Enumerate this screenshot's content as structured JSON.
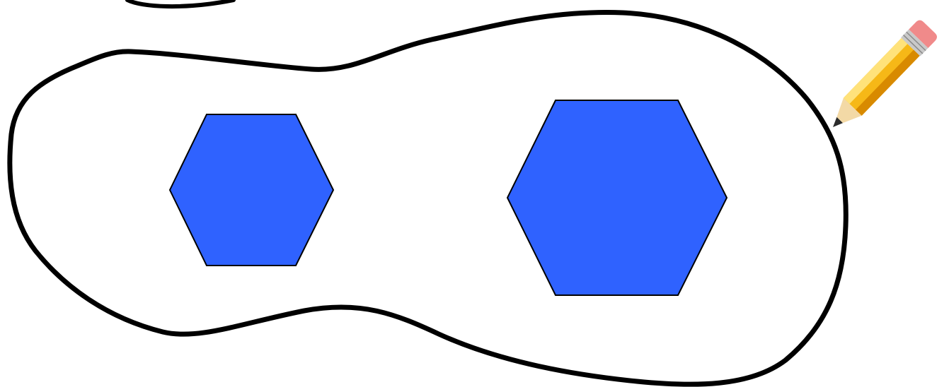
{
  "colors": {
    "background": "#ffffff",
    "outline": "#000000",
    "hexagon_fill": "#2f62ff",
    "hexagon_stroke": "#000000",
    "pencil_body": "#f6b817",
    "pencil_body_light": "#ffe27a",
    "pencil_body_shadow": "#d88a00",
    "pencil_ferrule": "#c9c9c9",
    "pencil_eraser": "#f08a8a",
    "pencil_wood": "#f3d9a6",
    "pencil_lead": "#2b2b2b"
  },
  "icons": {
    "pencil": "pencil-icon"
  },
  "shapes": {
    "closed_curve": "hand-drawn-closed-curve",
    "top_fragment": "curve-fragment",
    "hexagons": [
      "small-hexagon",
      "large-hexagon"
    ]
  }
}
